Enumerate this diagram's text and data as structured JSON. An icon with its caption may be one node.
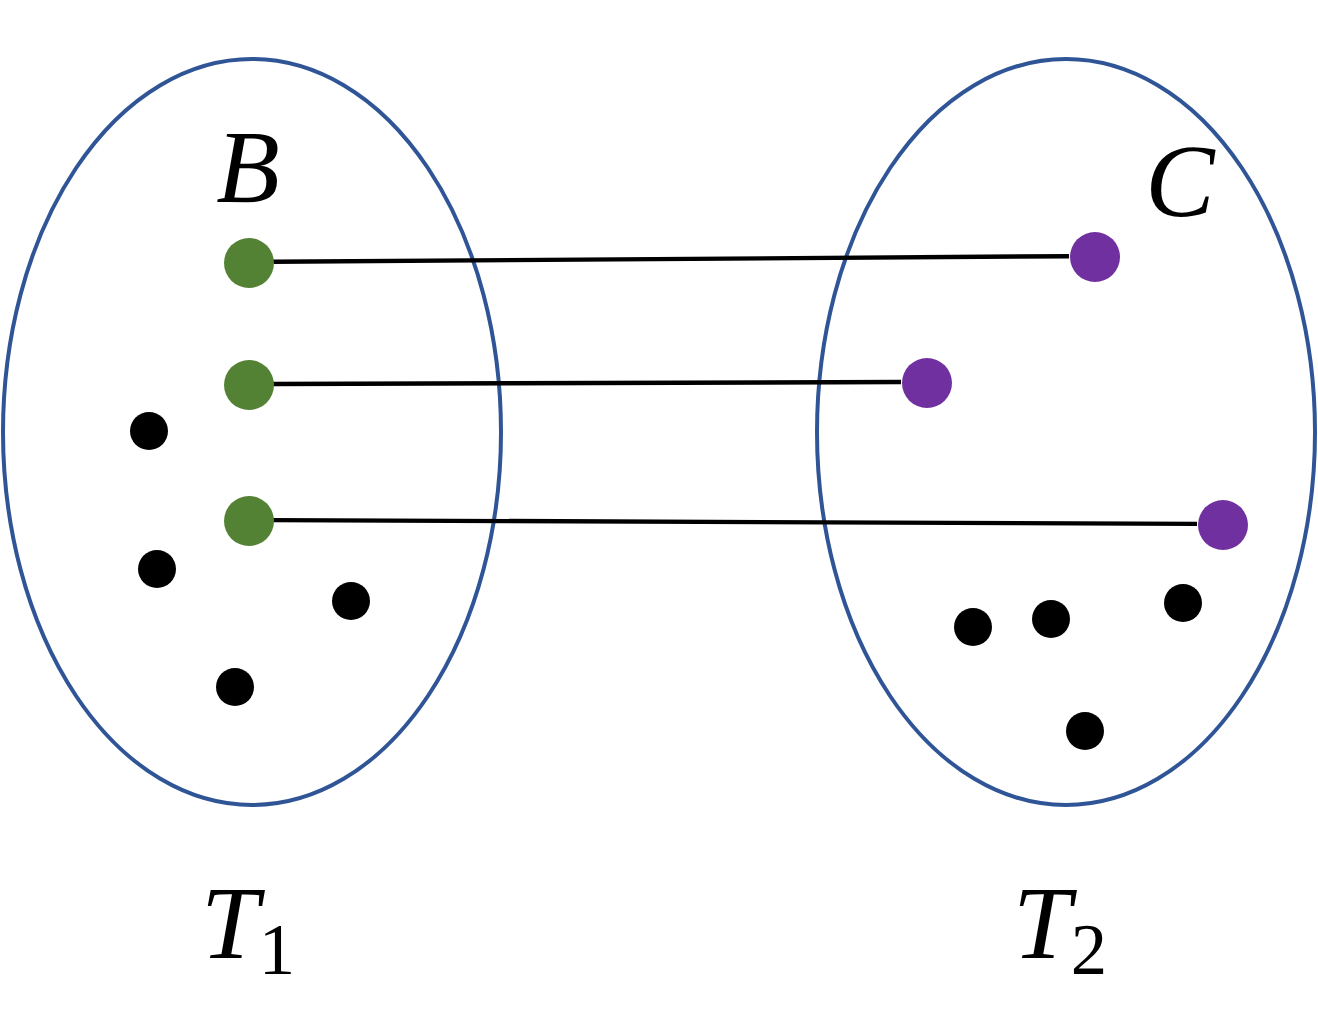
{
  "diagram": {
    "nodes": [
      {
        "text": [
          "*T*$_{1}$"
        ]
      },
      {
        "text": [],
        "shape": "circle",
        "in": 0
      },
      {
        "text": [],
        "shape": "circle",
        "in": 0
      },
      {
        "text": [],
        "shape": "circle",
        "in": 0
      },
      {
        "text": [],
        "shape": "circle",
        "in": 0
      },
      {
        "text": [],
        "shape": "circle",
        "in": 0
      },
      {
        "text": [],
        "shape": "circle",
        "in": 0
      },
      {
        "text": [],
        "shape": "circle",
        "in": 0
      },
      {
        "text": [
          "*T*$_{2}$"
        ]
      },
      {
        "text": [],
        "shape": "circle",
        "in": 8
      },
      {
        "text": [],
        "shape": "circle",
        "in": 8
      },
      {
        "text": [],
        "shape": "circle",
        "in": 8
      },
      {
        "text": [],
        "shape": "circle",
        "in": 8
      },
      {
        "text": [],
        "shape": "circle",
        "in": 8
      },
      {
        "text": [],
        "shape": "circle",
        "in": 8
      },
      {
        "text": [],
        "shape": "circle",
        "in": 8
      }
    ],
    "edges": [
      {
        "from": 1,
        "to": 9,
        "arrow": "none"
      },
      {
        "from": 2,
        "to": 10,
        "arrow": "none"
      },
      {
        "from": 3,
        "to": 11,
        "arrow": "none"
      }
    ],
    "labels": [
      "B",
      "C"
    ]
  }
}
